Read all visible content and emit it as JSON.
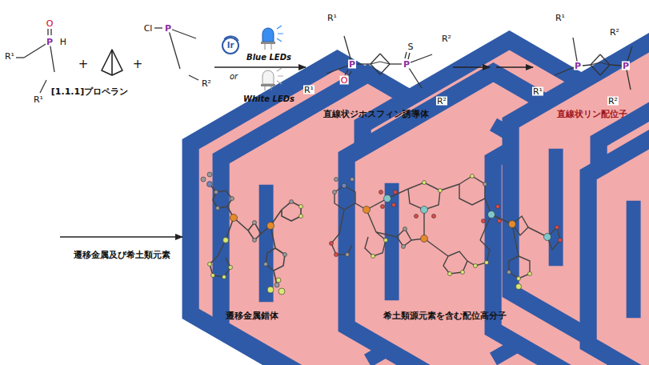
{
  "diagram": {
    "labels": [
      "R¹",
      "O",
      "P",
      "H",
      "R¹",
      "+",
      "+",
      "Cl",
      "P",
      "R²",
      "[1.1.1]プロペラン",
      "Ir",
      "Blue LEDs",
      "or",
      "White LEDs",
      "R¹",
      "R¹",
      "P",
      "O",
      "P",
      "S",
      "R²",
      "R²",
      "直線状ジホスフィン誘導体",
      "R¹",
      "R¹",
      "P",
      "P",
      "R²",
      "R²",
      "直線状リン配位子",
      "遷移金属及び希土類元素",
      "遷移金属錯体",
      "希土類源元素を含む配位高分子"
    ]
  }
}
